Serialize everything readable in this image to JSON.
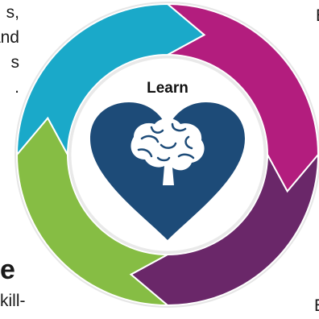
{
  "center": {
    "title": "Learn",
    "icon": "heart-brain-icon"
  },
  "segments": [
    {
      "name": "magenta",
      "color": "#b31d7e"
    },
    {
      "name": "purple",
      "color": "#6a2769"
    },
    {
      "name": "green",
      "color": "#86bd44"
    },
    {
      "name": "cyan",
      "color": "#1aa9c9"
    }
  ],
  "colors": {
    "heart": "#1d4b78",
    "inner_circle": "#ffffff",
    "outer_border": "#e6e6e6"
  },
  "side_text": {
    "left_top": "s,\nand\ns\n.",
    "left_heading": "e",
    "left_bottom": "kill-",
    "right_top": "E",
    "right_bottom": "E"
  }
}
